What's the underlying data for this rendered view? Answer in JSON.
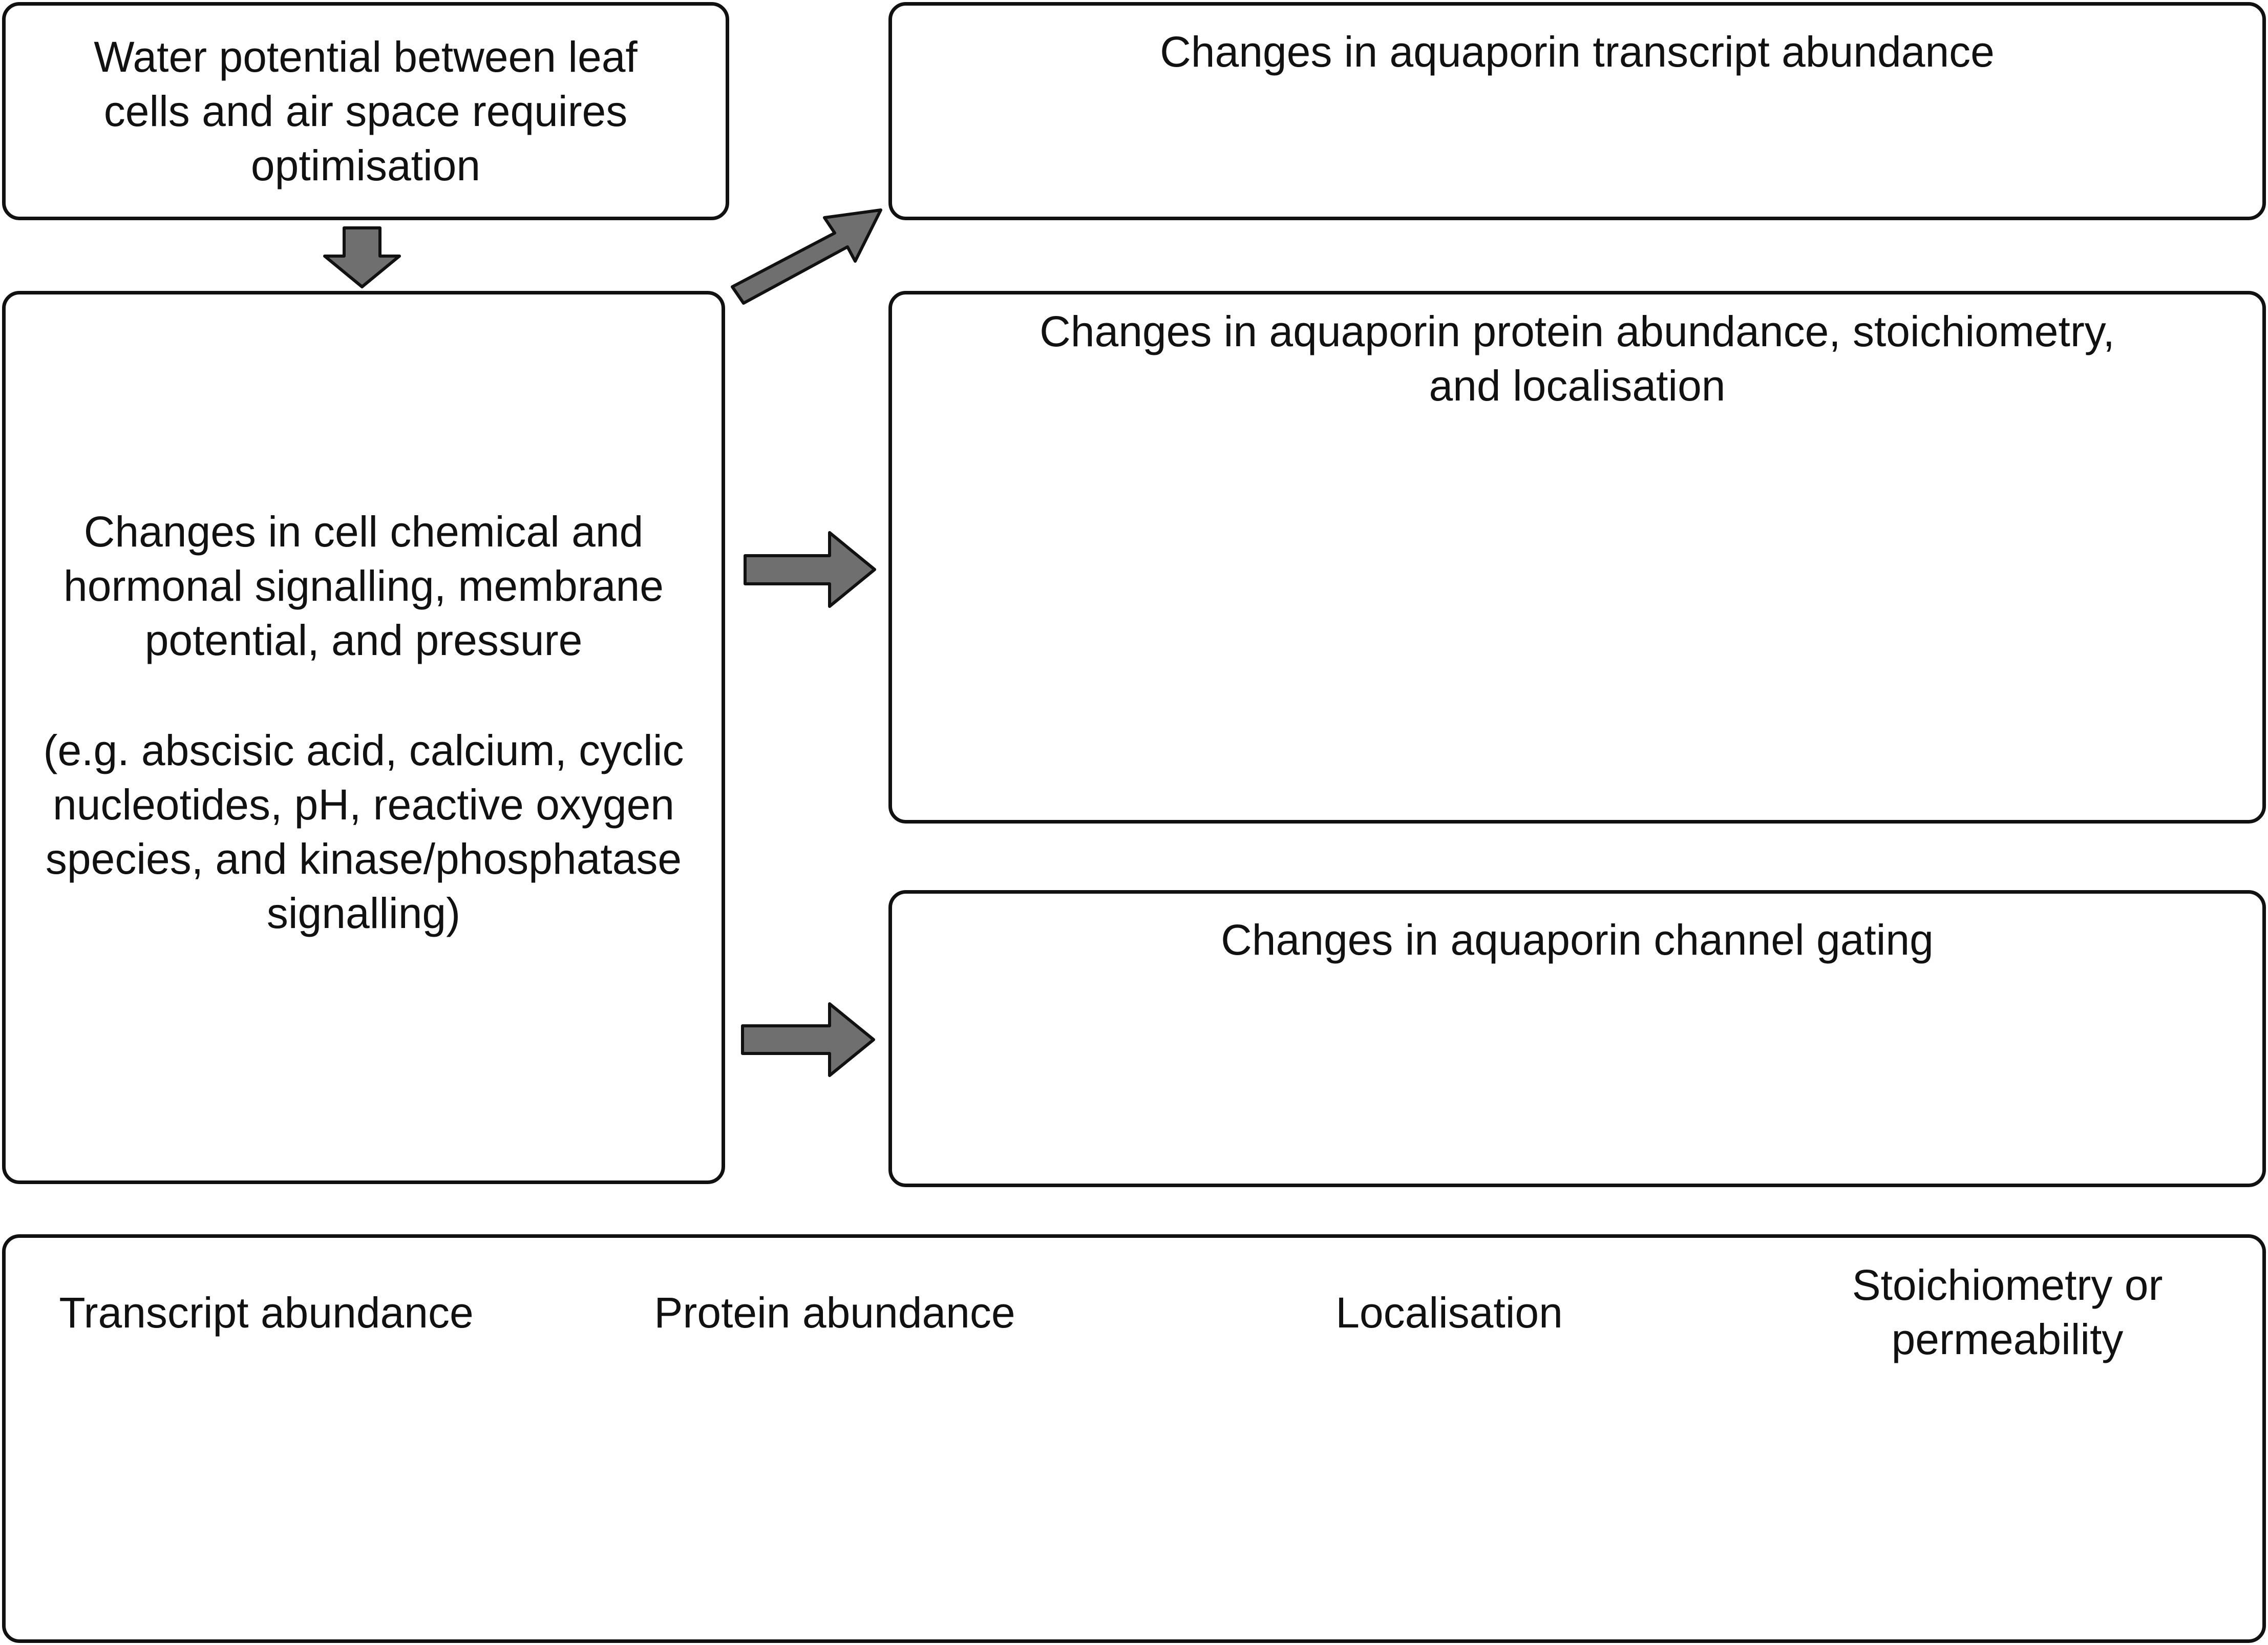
{
  "top_left": {
    "lines": [
      "Water potential between leaf",
      "cells and air space requires",
      "optimisation"
    ]
  },
  "signalling": {
    "lines": [
      "Changes in cell chemical and",
      "hormonal signalling, membrane",
      "potential, and pressure"
    ],
    "examples": [
      "(e.g. abscisic acid, calcium, cyclic",
      "nucleotides, pH, reactive oxygen",
      "species, and kinase/phosphatase",
      "signalling)"
    ]
  },
  "transcript_panel": {
    "title": "Changes in aquaporin transcript abundance"
  },
  "protein_panel": {
    "lines": [
      "Changes in aquaporin protein abundance, stoichiometry,",
      "and localisation"
    ]
  },
  "gating_panel": {
    "title": "Changes in aquaporin channel gating"
  },
  "bottom": {
    "transcript": "Transcript abundance",
    "protein": "Protein abundance",
    "localisation": "Localisation",
    "stoich": [
      "Stoichiometry or",
      "permeability"
    ]
  },
  "colors": {
    "membrane": "#5aa86a",
    "membrane_tail": "#a9d6ae",
    "aquaporin_fill": "#e9eef8",
    "aquaporin_stroke": "#8aa3cd",
    "aquaporin_dark": "#6b6bd6",
    "mrna": "#c46ec9",
    "dna_blue": "#1e6aa0",
    "dna_red": "#c4252b",
    "arrow_fill": "#6f6f6f",
    "gel": "#cfeff4",
    "gel_band": "#2d8db8"
  }
}
